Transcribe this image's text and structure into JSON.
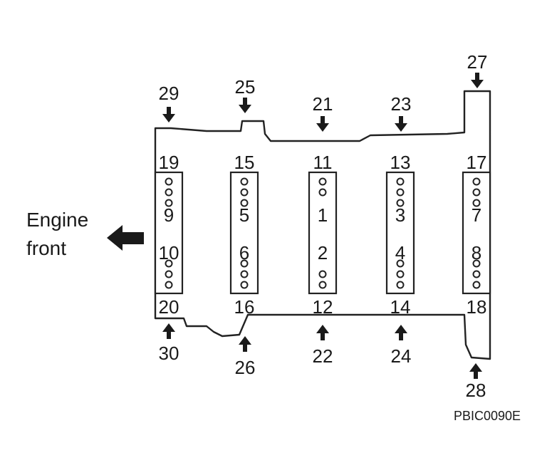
{
  "engine_front_label": [
    "Engine",
    "front"
  ],
  "figure_code": "PBIC0090E",
  "bearing_caps": [
    {
      "top": "19",
      "upper": "9",
      "lower": "10",
      "bottom": "20"
    },
    {
      "top": "15",
      "upper": "5",
      "lower": "6",
      "bottom": "16"
    },
    {
      "top": "11",
      "upper": "1",
      "lower": "2",
      "bottom": "12"
    },
    {
      "top": "13",
      "upper": "3",
      "lower": "4",
      "bottom": "14"
    },
    {
      "top": "17",
      "upper": "7",
      "lower": "8",
      "bottom": "18"
    }
  ],
  "top_arrows": [
    "29",
    "25",
    "21",
    "23",
    "27"
  ],
  "bottom_arrows": [
    "30",
    "26",
    "22",
    "24",
    "28"
  ]
}
